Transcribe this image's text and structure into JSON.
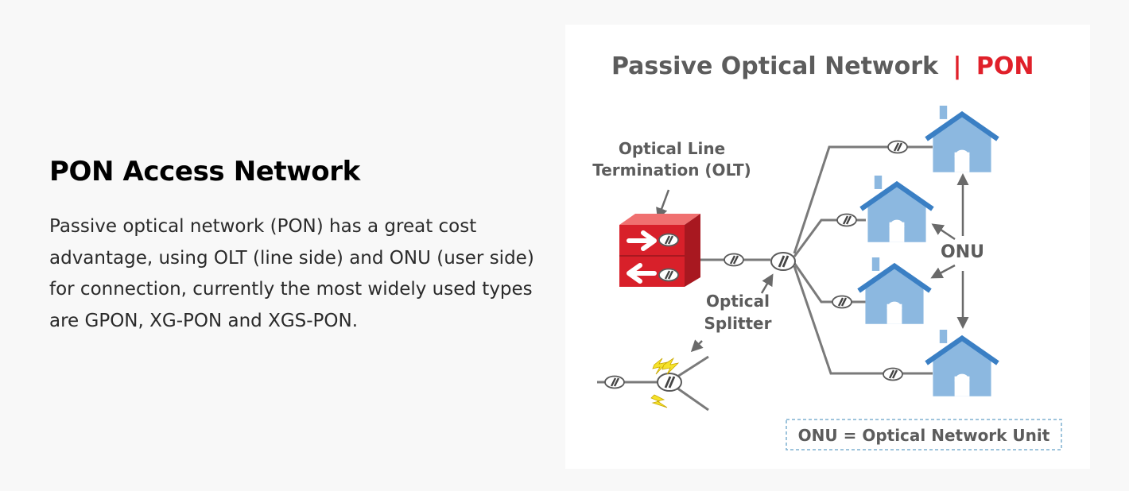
{
  "section": {
    "heading": "PON Access Network",
    "paragraph": "Passive optical network (PON) has a great cost advantage, using OLT (line side) and ONU (user side) for connection, currently the most widely used types are GPON, XG-PON and XGS-PON."
  },
  "diagram": {
    "title_main": "Passive Optical Network",
    "title_separator": "|",
    "title_accent": "PON",
    "olt_label_line1": "Optical Line",
    "olt_label_line2": "Termination (OLT)",
    "splitter_label_line1": "Optical",
    "splitter_label_line2": "Splitter",
    "onu_label": "ONU",
    "legend_text": "ONU = Optical Network Unit",
    "colors": {
      "accent": "#e0202a",
      "title_gray": "#5c5c5c",
      "house_blue": "#8cb8e0",
      "roof_blue": "#3a7fc4",
      "fiber_gray": "#7a7a7a",
      "olt_red": "#d8202a",
      "lightning_yellow": "#f5e22a",
      "legend_border": "#7fb0d0"
    }
  }
}
